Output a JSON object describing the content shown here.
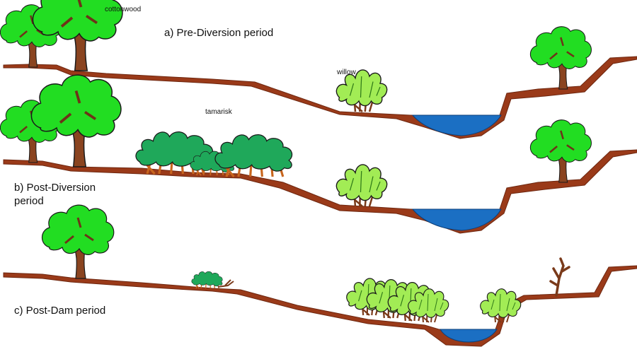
{
  "panels": {
    "pre_diversion": {
      "title": "a) Pre-Diversion period"
    },
    "post_diversion": {
      "title_line1": "b) Post-Diversion",
      "title_line2": "period"
    },
    "post_dam": {
      "title": "c) Post-Dam period"
    }
  },
  "species": {
    "cottonwood": "cottonwood",
    "willow": "willow",
    "tamarisk": "tamarisk"
  },
  "colors": {
    "ground": "#9a3a19",
    "ground_dark": "#6e2710",
    "water": "#1b6fc3",
    "cottonwood_canopy": "#22dd22",
    "tamarisk_canopy": "#1fa85a",
    "willow_canopy": "#a2ec55",
    "trunk": "#8a4420",
    "outline": "#1a1a1a"
  }
}
